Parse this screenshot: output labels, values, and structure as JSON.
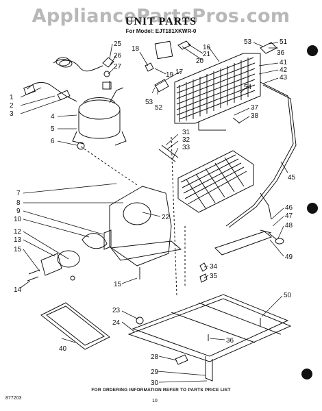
{
  "header": {
    "watermark": "AppliancePartsPros.com",
    "title": "UNIT PARTS",
    "model_line": "For Model: EJT181XKWR-0"
  },
  "callouts": [
    {
      "id": "c1",
      "text": "1"
    },
    {
      "id": "c2",
      "text": "2"
    },
    {
      "id": "c3",
      "text": "3"
    },
    {
      "id": "c4",
      "text": "4"
    },
    {
      "id": "c5",
      "text": "5"
    },
    {
      "id": "c6",
      "text": "6"
    },
    {
      "id": "c7",
      "text": "7"
    },
    {
      "id": "c8",
      "text": "8"
    },
    {
      "id": "c9",
      "text": "9"
    },
    {
      "id": "c10",
      "text": "10"
    },
    {
      "id": "c12",
      "text": "12"
    },
    {
      "id": "c13",
      "text": "13"
    },
    {
      "id": "c15a",
      "text": "15"
    },
    {
      "id": "c14",
      "text": "14"
    },
    {
      "id": "c15b",
      "text": "15"
    },
    {
      "id": "c16",
      "text": "16"
    },
    {
      "id": "c17",
      "text": "17"
    },
    {
      "id": "c18",
      "text": "18"
    },
    {
      "id": "c19",
      "text": "19"
    },
    {
      "id": "c20",
      "text": "20"
    },
    {
      "id": "c21",
      "text": "21"
    },
    {
      "id": "c22",
      "text": "22"
    },
    {
      "id": "c23",
      "text": "23"
    },
    {
      "id": "c24",
      "text": "24"
    },
    {
      "id": "c25",
      "text": "25"
    },
    {
      "id": "c26",
      "text": "26"
    },
    {
      "id": "c27",
      "text": "27"
    },
    {
      "id": "c28",
      "text": "28"
    },
    {
      "id": "c29",
      "text": "29"
    },
    {
      "id": "c30",
      "text": "30"
    },
    {
      "id": "c31",
      "text": "31"
    },
    {
      "id": "c32",
      "text": "32"
    },
    {
      "id": "c33",
      "text": "33"
    },
    {
      "id": "c34",
      "text": "34"
    },
    {
      "id": "c35",
      "text": "35"
    },
    {
      "id": "c36a",
      "text": "36"
    },
    {
      "id": "c36b",
      "text": "36"
    },
    {
      "id": "c37",
      "text": "37"
    },
    {
      "id": "c38",
      "text": "38"
    },
    {
      "id": "c40",
      "text": "40"
    },
    {
      "id": "c41",
      "text": "41"
    },
    {
      "id": "c42",
      "text": "42"
    },
    {
      "id": "c43",
      "text": "43"
    },
    {
      "id": "c45",
      "text": "45"
    },
    {
      "id": "c46",
      "text": "46"
    },
    {
      "id": "c47",
      "text": "47"
    },
    {
      "id": "c48",
      "text": "48"
    },
    {
      "id": "c49",
      "text": "49"
    },
    {
      "id": "c50",
      "text": "50"
    },
    {
      "id": "c51",
      "text": "51"
    },
    {
      "id": "c52",
      "text": "52"
    },
    {
      "id": "c53a",
      "text": "53"
    },
    {
      "id": "c53b",
      "text": "53"
    },
    {
      "id": "c54",
      "text": "54"
    }
  ],
  "footer": {
    "note": "FOR ORDERING INFORMATION REFER TO PARTS PRICE LIST",
    "page_number": "10",
    "doc_number": "877203"
  }
}
